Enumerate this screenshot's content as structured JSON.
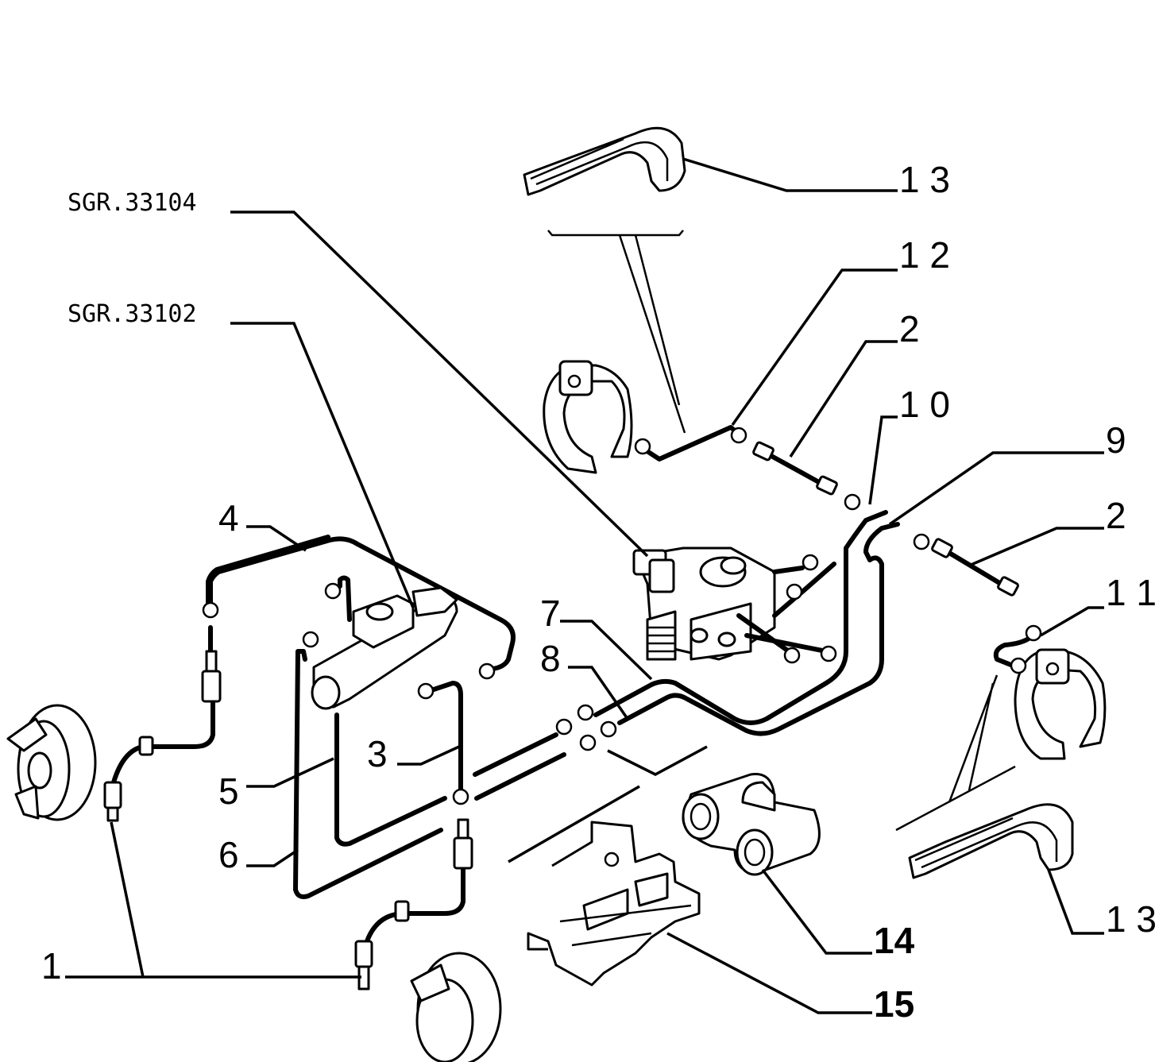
{
  "callouts": {
    "c1": "1",
    "c2a": "2",
    "c2b": "2",
    "c3": "3",
    "c4": "4",
    "c5": "5",
    "c6": "6",
    "c7": "7",
    "c8": "8",
    "c9": "9",
    "c10": "1 0",
    "c11": "1 1",
    "c12": "1 2",
    "c13a": "1 3",
    "c13b": "1 3",
    "c14": "14",
    "c15": "15"
  },
  "references": {
    "r1": "SGR.33104",
    "r2": "SGR.33102"
  }
}
